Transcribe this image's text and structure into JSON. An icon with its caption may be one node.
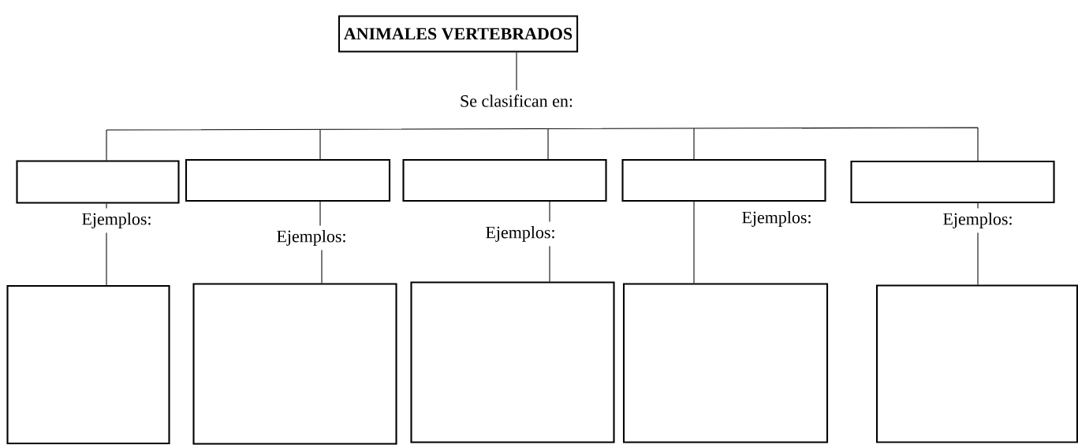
{
  "diagram": {
    "nodes": [
      {
        "text": [
          "ANIMALES VERTEBRADOS"
        ]
      },
      {
        "text": [
          "Se clasifican en:"
        ]
      },
      {
        "text": [],
        "shape": "box"
      },
      {
        "text": [],
        "shape": "box"
      },
      {
        "text": [],
        "shape": "box"
      },
      {
        "text": [],
        "shape": "box"
      },
      {
        "text": [],
        "shape": "box"
      },
      {
        "text": [
          "Ejemplos:"
        ]
      },
      {
        "text": [
          "Ejemplos:"
        ]
      },
      {
        "text": [
          "Ejemplos:"
        ]
      },
      {
        "text": [
          "Ejemplos:"
        ]
      },
      {
        "text": [],
        "shape": "box"
      },
      {
        "text": [],
        "shape": "box"
      },
      {
        "text": [],
        "shape": "box"
      },
      {
        "text": [],
        "shape": "box"
      },
      {
        "text": [],
        "shape": "box"
      }
    ],
    "edges": [
      {
        "from": 0,
        "to": 1,
        "arrow": "none"
      },
      {
        "from": 2,
        "to": 7,
        "arrow": "none"
      },
      {
        "from": 3,
        "to": 8,
        "arrow": "none"
      },
      {
        "from": 4,
        "to": 9,
        "arrow": "none"
      },
      {
        "from": 6,
        "to": 10,
        "arrow": "none"
      },
      {
        "from": 7,
        "to": 11,
        "arrow": "none"
      },
      {
        "from": 8,
        "to": 12,
        "arrow": "none"
      },
      {
        "from": 9,
        "to": 13,
        "arrow": "none"
      },
      {
        "from": 10,
        "to": 15,
        "arrow": "none"
      },
      {
        "from": 5,
        "to": 14,
        "arrow": "none",
        "label": "Ejemplos:"
      }
    ]
  }
}
